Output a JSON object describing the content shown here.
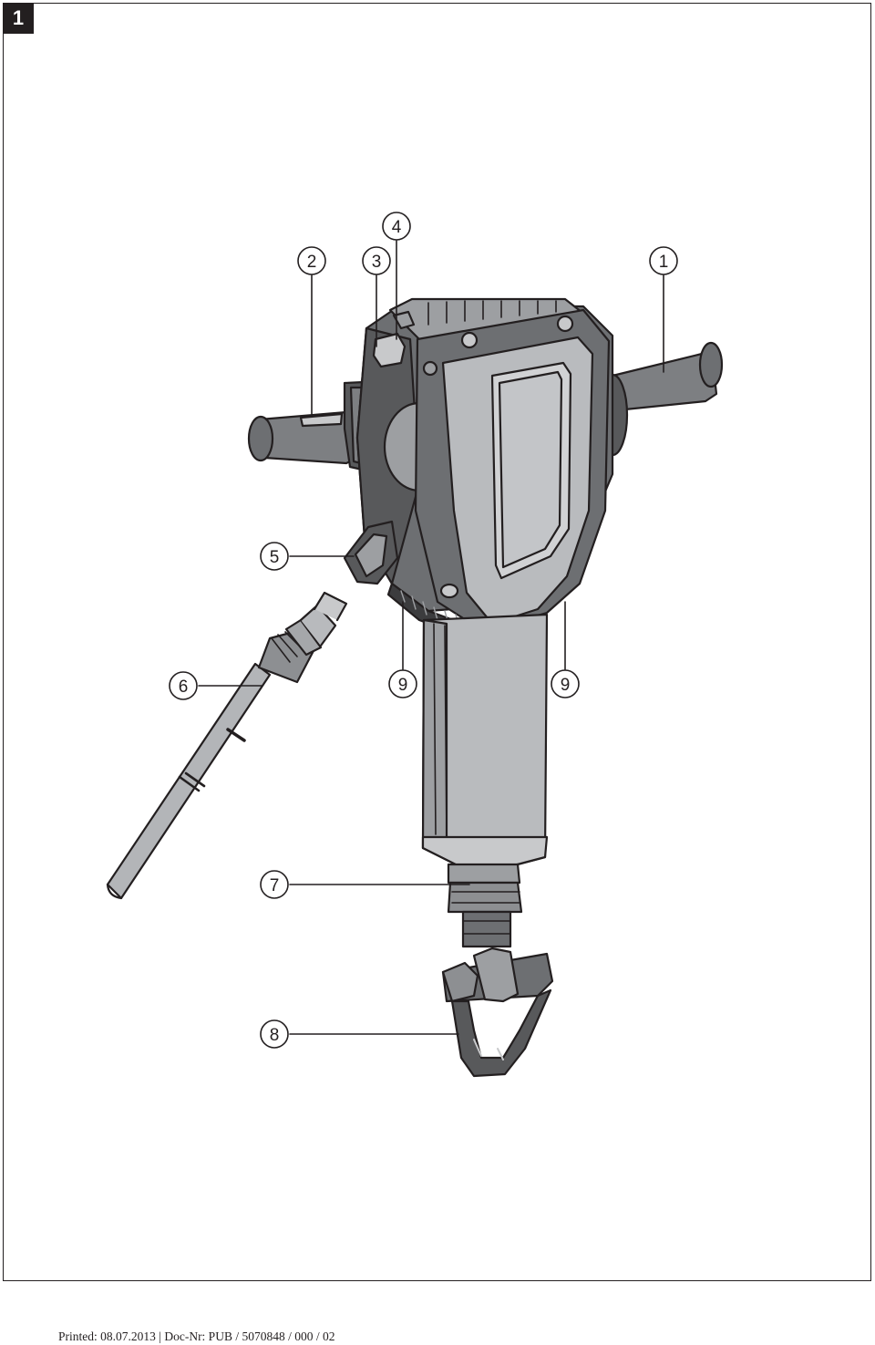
{
  "figure": {
    "number": "1"
  },
  "callouts": {
    "c1": "1",
    "c2": "2",
    "c3": "3",
    "c4": "4",
    "c5": "5",
    "c6": "6",
    "c7": "7",
    "c8": "8",
    "c9a": "9",
    "c9b": "9"
  },
  "footer": {
    "printed": "Printed: 08.07.2013",
    "separator": " | ",
    "doc": "Doc-Nr: PUB / 5070848 / 000 / 02"
  },
  "colors": {
    "ink": "#231f20",
    "light_gray": "#c8c9cb",
    "mid_gray": "#9d9fa2",
    "dark_gray": "#58595b"
  }
}
